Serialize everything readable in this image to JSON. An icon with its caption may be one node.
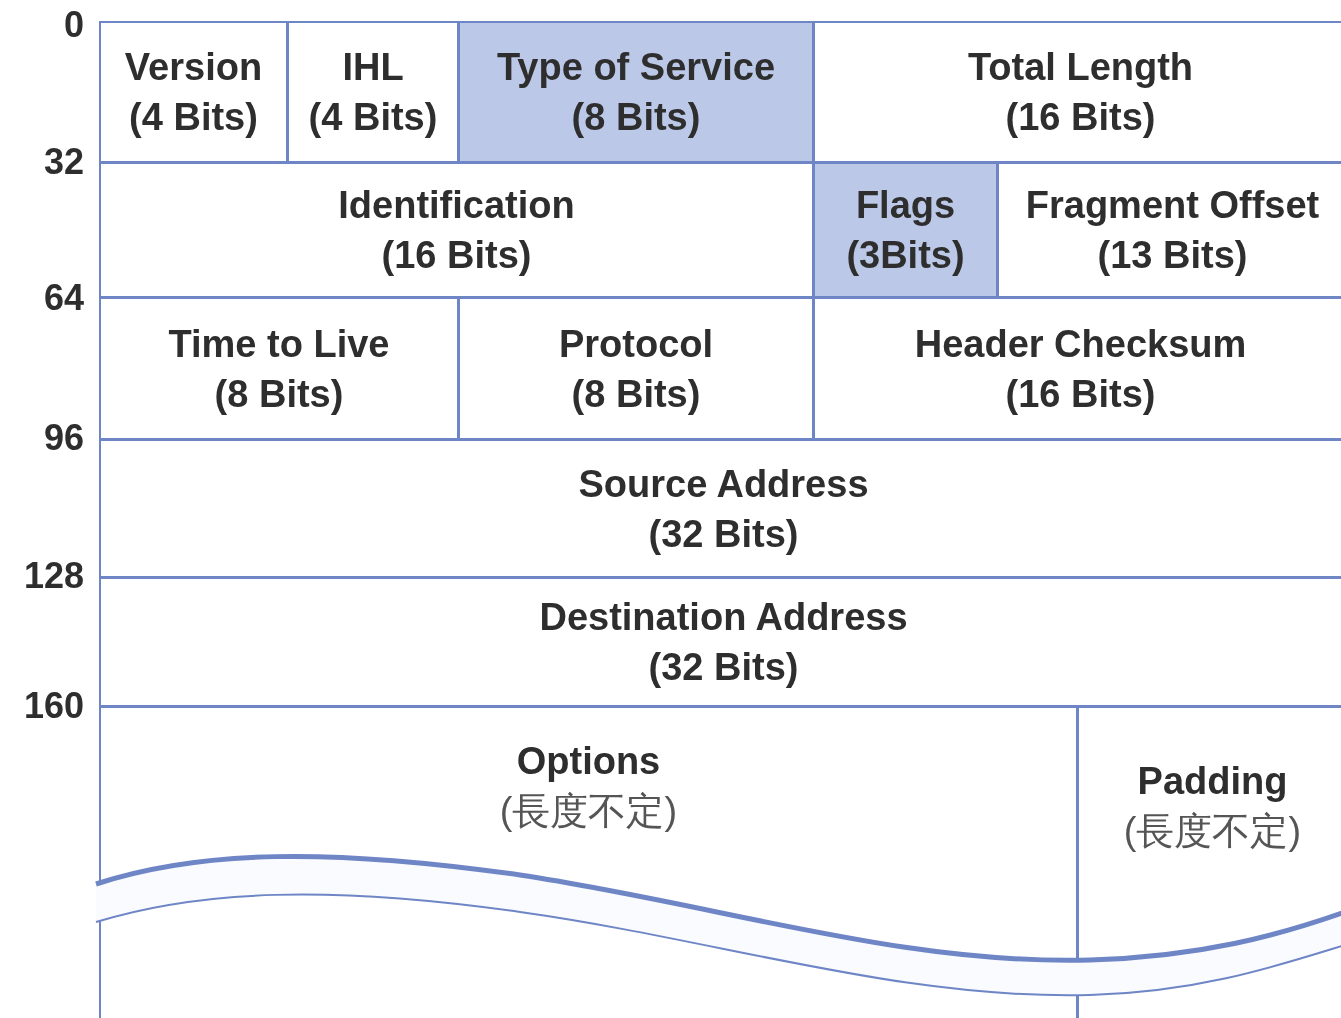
{
  "diagram": {
    "nodes": [
      {
        "text": [
          "Version",
          "(4 Bits)"
        ]
      },
      {
        "text": [
          "IHL",
          "(4 Bits)"
        ]
      },
      {
        "text": [
          "Type of Service",
          "(8 Bits)"
        ]
      },
      {
        "text": [
          "Total Length",
          "(16 Bits)"
        ]
      },
      {
        "text": [
          "Identification",
          "(16 Bits)"
        ]
      },
      {
        "text": [
          "Flags",
          "(3Bits)"
        ]
      },
      {
        "text": [
          "Fragment Offset",
          "(13 Bits)"
        ]
      },
      {
        "text": [
          "Time to Live",
          "(8 Bits)"
        ]
      },
      {
        "text": [
          "Protocol",
          "(8 Bits)"
        ]
      },
      {
        "text": [
          "Header Checksum",
          "(16 Bits)"
        ]
      },
      {
        "text": [
          "Source Address",
          "(32 Bits)"
        ]
      },
      {
        "text": [
          "Destination Address",
          "(32 Bits)"
        ]
      },
      {
        "text": [
          "Options",
          "(長度不定)"
        ]
      },
      {
        "text": [
          "Padding",
          "(長度不定)"
        ]
      }
    ],
    "labels": [
      "0",
      "32",
      "64",
      "96",
      "128",
      "160"
    ]
  }
}
